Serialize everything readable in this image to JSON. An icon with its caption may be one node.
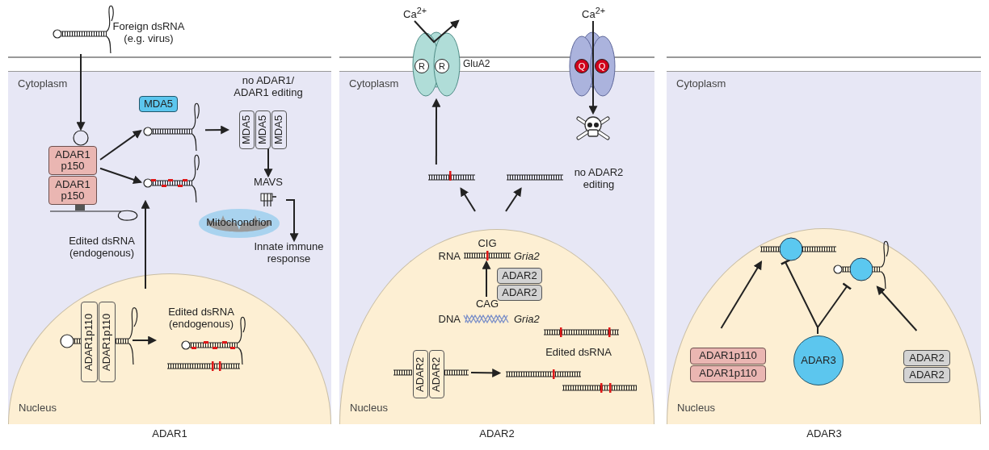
{
  "diagram": {
    "nodes": [
      {
        "text": [
          "Cytoplasm"
        ],
        "beside": [
          "ADAR1"
        ]
      },
      {
        "text": [
          "Nucleus"
        ],
        "in": 0
      },
      {
        "text": [
          "Foreign dsRNA (e.g. virus)"
        ]
      },
      {
        "text": [
          "ADAR1 p150"
        ],
        "in": 0
      },
      {
        "text": [
          "ADAR1 p150"
        ],
        "in": 0
      },
      {
        "text": [
          "MDA5"
        ],
        "in": 0
      },
      {
        "text": [],
        "shape": "picture",
        "in": 0
      },
      {
        "text": [],
        "shape": "picture",
        "in": 0
      },
      {
        "text": [
          "no ADAR1/ ADAR1 editing"
        ],
        "in": 0
      },
      {
        "text": [
          "MDA5"
        ],
        "in": 8
      },
      {
        "text": [
          "MDA5"
        ],
        "in": 8
      },
      {
        "text": [
          "MDA5"
        ],
        "in": 8
      },
      {
        "text": [
          "MAVS"
        ],
        "in": 0
      },
      {
        "text": [
          "Mitochondrion"
        ],
        "in": 0
      },
      {
        "text": [
          "Innate immune response"
        ],
        "in": 0
      },
      {
        "text": [
          "ADAR1p110"
        ],
        "in": 1
      },
      {
        "text": [
          "ADAR1p110"
        ],
        "in": 1
      },
      {
        "text": [
          "Edited dsRNA (endogenous)"
        ],
        "in": 1
      },
      {
        "text": [
          "Cytoplasm"
        ],
        "beside": [
          "ADAR2"
        ]
      },
      {
        "text": [
          "Nucleus"
        ],
        "in": 18
      },
      {
        "text": [
          "R",
          "R"
        ],
        "beside": [
          "Ca$^{2+}$",
          "GluA2"
        ]
      },
      {
        "text": [
          "Q",
          "Q"
        ],
        "beside": [
          "Ca$^{2+}$"
        ]
      },
      {
        "text": [],
        "shape": "picture",
        "in": 18
      },
      {
        "text": [],
        "shape": "picture",
        "in": 18
      },
      {
        "text": [],
        "shape": "picture",
        "in": 18,
        "beside": [
          "no ADAR2 editing"
        ]
      },
      {
        "text": [
          "CIG"
        ],
        "in": 19,
        "beside": [
          "RNA",
          "Gria2"
        ]
      },
      {
        "text": [
          "CAG"
        ],
        "in": 19,
        "beside": [
          "DNA",
          "Gria2"
        ]
      },
      {
        "text": [
          "ADAR2"
        ],
        "in": 19
      },
      {
        "text": [
          "ADAR2"
        ],
        "in": 19
      },
      {
        "text": [
          "ADAR2"
        ],
        "in": 19
      },
      {
        "text": [
          "ADAR2"
        ],
        "in": 19
      },
      {
        "text": [
          "Edited dsRNA"
        ],
        "in": 19
      },
      {
        "text": [
          "Cytoplasm"
        ],
        "beside": [
          "ADAR3"
        ]
      },
      {
        "text": [
          "Nucleus"
        ],
        "in": 32
      },
      {
        "text": [],
        "shape": "picture",
        "in": 33
      },
      {
        "text": [],
        "shape": "picture",
        "in": 33
      },
      {
        "text": [
          "ADAR1p110"
        ],
        "in": 33
      },
      {
        "text": [
          "ADAR1p110"
        ],
        "in": 33
      },
      {
        "text": [
          "ADAR3"
        ],
        "in": 33
      },
      {
        "text": [
          "ADAR2"
        ],
        "in": 33
      },
      {
        "text": [
          "ADAR2"
        ],
        "in": 33
      }
    ],
    "edges": [
      {
        "from": 2,
        "to": 3,
        "arrow": "to"
      },
      {
        "from": 3,
        "to": 6,
        "arrow": "to"
      },
      {
        "from": 3,
        "to": 7,
        "arrow": "to"
      },
      {
        "from": 6,
        "to": 8,
        "arrow": "to"
      },
      {
        "from": 8,
        "to": 12,
        "arrow": "to"
      },
      {
        "from": 12,
        "to": 14,
        "arrow": "to"
      },
      {
        "from": 1,
        "to": 7,
        "arrow": "to",
        "label": "Edited dsRNA (endogenous)"
      },
      {
        "from": 16,
        "to": 17,
        "arrow": "to"
      },
      {
        "from": 21,
        "to": 22,
        "arrow": "to"
      },
      {
        "from": 23,
        "to": 20,
        "arrow": "to"
      },
      {
        "from": null,
        "to": 23,
        "arrow": "to"
      },
      {
        "from": null,
        "to": 24,
        "arrow": "to"
      },
      {
        "from": 26,
        "to": 25,
        "arrow": "to"
      },
      {
        "from": 30,
        "to": 31,
        "arrow": "to"
      },
      {
        "from": 36,
        "to": 34,
        "arrow": "to"
      },
      {
        "from": 39,
        "to": 35,
        "arrow": "to"
      },
      {
        "from": 38,
        "to": 34,
        "arrow": "other"
      },
      {
        "from": 38,
        "to": 35,
        "arrow": "other"
      }
    ]
  }
}
